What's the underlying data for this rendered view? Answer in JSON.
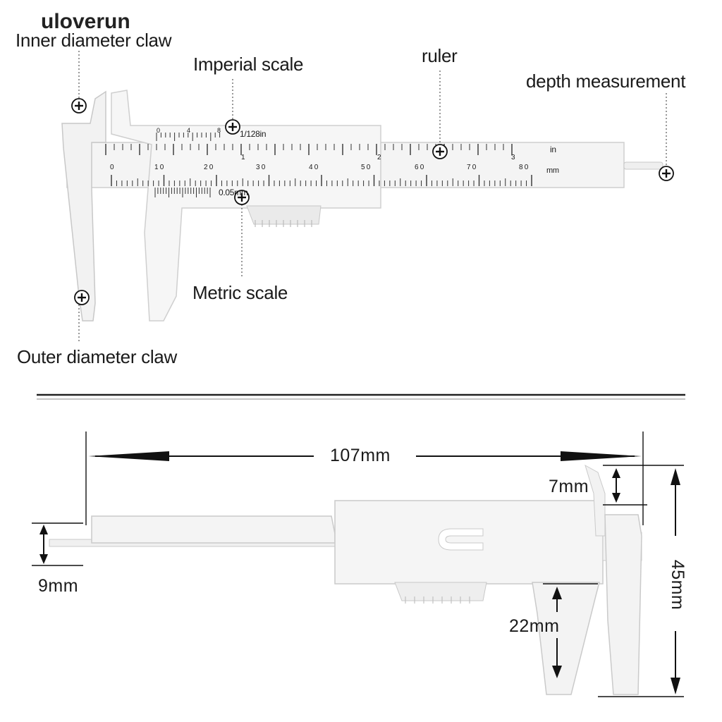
{
  "brand": {
    "watermark": "uloverun"
  },
  "callouts": {
    "inner_claw": "Inner diameter claw",
    "imperial_scale": "Imperial scale",
    "ruler": "ruler",
    "depth": "depth measurement",
    "metric_scale": "Metric scale",
    "outer_claw": "Outer diameter claw"
  },
  "scale_marks": {
    "resolution_in": "1/128in",
    "resolution_mm": "0.05mm",
    "unit_in": "in",
    "unit_mm": "mm",
    "inch_numbers": [
      "1",
      "2",
      "3"
    ],
    "mm_numbers": [
      "0",
      "1 0",
      "2 0",
      "3 0",
      "4 0",
      "5 0",
      "6 0",
      "7 0",
      "8 0"
    ],
    "vernier_in": [
      "0",
      "4",
      "8"
    ]
  },
  "dimensions": {
    "length": "107mm",
    "jaw_top": "7mm",
    "height": "45mm",
    "depth_bar": "9mm",
    "jaw_bottom": "22mm"
  },
  "colors": {
    "plastic": "#f4f4f4",
    "outline": "#c9c9c9",
    "ink": "#1a1a1a"
  }
}
